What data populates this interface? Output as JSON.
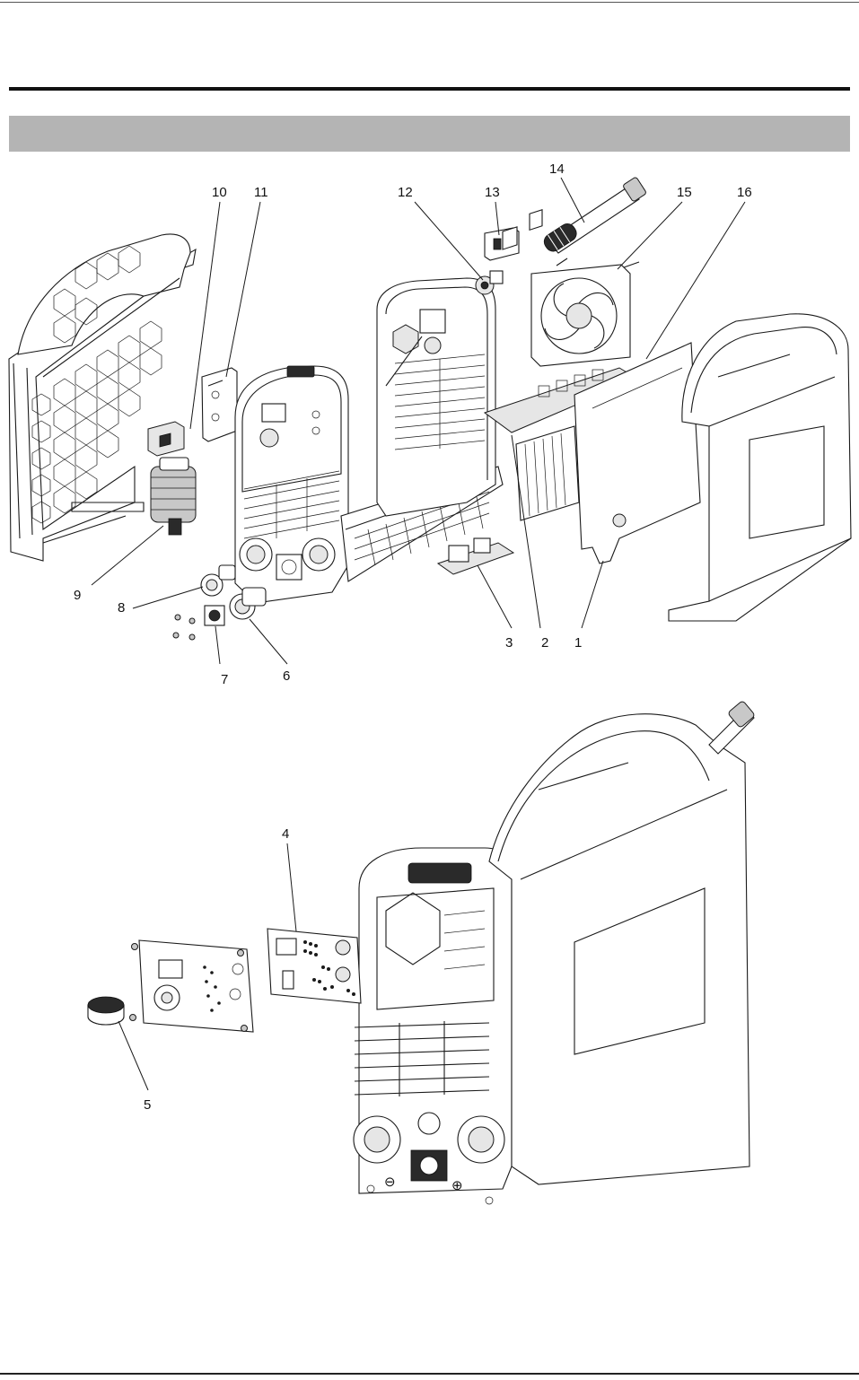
{
  "callouts": {
    "c1": "1",
    "c2": "2",
    "c3": "3",
    "c4": "4",
    "c5": "5",
    "c6": "6",
    "c7": "7",
    "c8": "8",
    "c9": "9",
    "c10": "10",
    "c11": "11",
    "c12": "12",
    "c13": "13",
    "c14": "14",
    "c15": "15",
    "c16": "16"
  },
  "panel_symbols": {
    "left": "⊖",
    "right": "⊕"
  },
  "colors": {
    "band": "#b4b4b4",
    "ink": "#1a1a1a"
  }
}
